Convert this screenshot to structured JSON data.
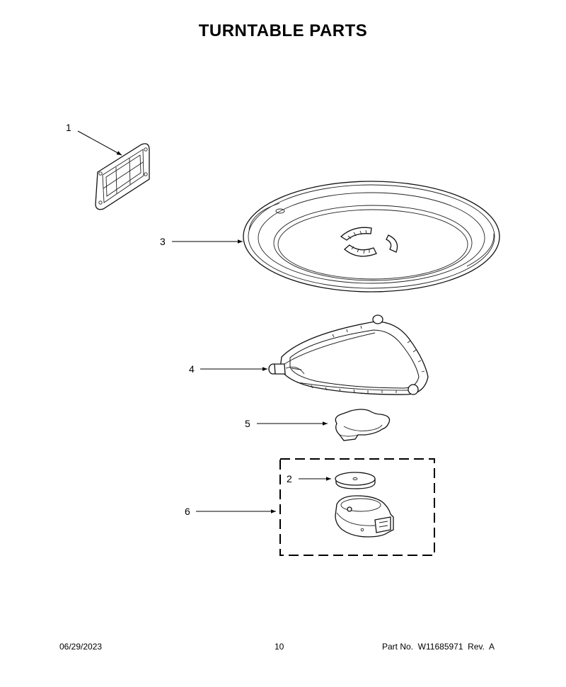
{
  "title": "TURNTABLE PARTS",
  "callouts": {
    "c1": "1",
    "c2": "2",
    "c3": "3",
    "c4": "4",
    "c5": "5",
    "c6": "6"
  },
  "parts": [
    {
      "ref": "1",
      "icon": "filter-grille-icon"
    },
    {
      "ref": "2",
      "icon": "coupler-disc-icon"
    },
    {
      "ref": "3",
      "icon": "glass-turntable-tray-icon"
    },
    {
      "ref": "4",
      "icon": "roller-ring-support-icon"
    },
    {
      "ref": "5",
      "icon": "drive-hub-icon"
    },
    {
      "ref": "6",
      "icon": "turntable-motor-icon"
    }
  ],
  "footer": {
    "date": "06/29/2023",
    "page": "10",
    "part_no": "Part No.  W11685971  Rev.  A"
  }
}
